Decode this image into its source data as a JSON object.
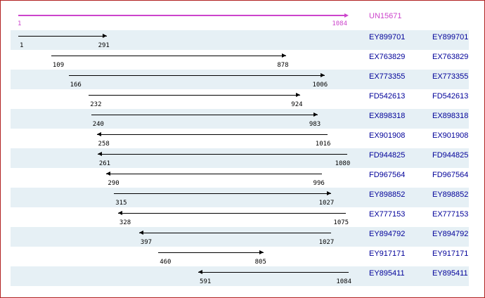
{
  "reference": {
    "accession": "UN15671",
    "start": "1",
    "end": "1084"
  },
  "scale": {
    "min": 1,
    "max": 1084
  },
  "alignments": [
    {
      "start": "1",
      "end": "291",
      "direction": "right",
      "accession": "EY899701",
      "accession2": "EY899701"
    },
    {
      "start": "109",
      "end": "878",
      "direction": "right",
      "accession": "EX763829",
      "accession2": "EX763829"
    },
    {
      "start": "166",
      "end": "1006",
      "direction": "right",
      "accession": "EX773355",
      "accession2": "EX773355"
    },
    {
      "start": "232",
      "end": "924",
      "direction": "right",
      "accession": "FD542613",
      "accession2": "FD542613"
    },
    {
      "start": "240",
      "end": "983",
      "direction": "right",
      "accession": "EX898318",
      "accession2": "EX898318"
    },
    {
      "start": "258",
      "end": "1016",
      "direction": "left",
      "accession": "EX901908",
      "accession2": "EX901908"
    },
    {
      "start": "261",
      "end": "1080",
      "direction": "left",
      "accession": "FD944825",
      "accession2": "FD944825"
    },
    {
      "start": "290",
      "end": "996",
      "direction": "left",
      "accession": "FD967564",
      "accession2": "FD967564"
    },
    {
      "start": "315",
      "end": "1027",
      "direction": "right",
      "accession": "EY898852",
      "accession2": "EY898852"
    },
    {
      "start": "328",
      "end": "1075",
      "direction": "left",
      "accession": "EX777153",
      "accession2": "EX777153"
    },
    {
      "start": "397",
      "end": "1027",
      "direction": "left",
      "accession": "EY894792",
      "accession2": "EY894792"
    },
    {
      "start": "460",
      "end": "805",
      "direction": "right",
      "accession": "EY917171",
      "accession2": "EY917171"
    },
    {
      "start": "591",
      "end": "1084",
      "direction": "left",
      "accession": "EY895411",
      "accession2": "EY895411"
    }
  ],
  "colors": {
    "reference": "#cc44cc",
    "link": "#000099",
    "row_shade": "#e6f0f5",
    "border": "#b22222"
  }
}
